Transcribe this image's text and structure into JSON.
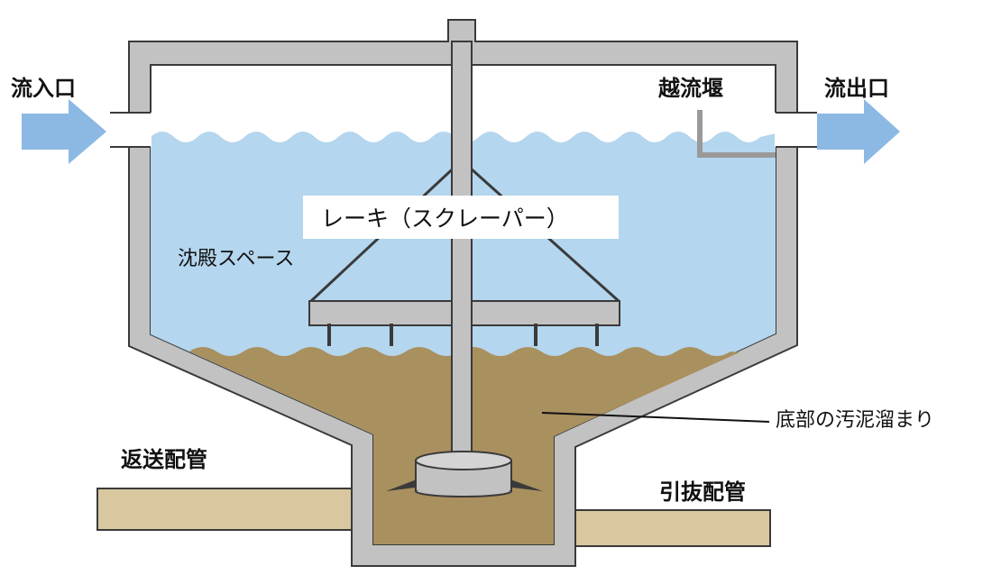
{
  "labels": {
    "inlet": "流入口",
    "outlet": "流出口",
    "weir": "越流堰",
    "rake": "レーキ（スクレーパー）",
    "settling_space": "沈殿スペース",
    "sludge": "底部の汚泥溜まり",
    "return_pipe": "返送配管",
    "extraction_pipe": "引抜配管"
  },
  "colors": {
    "wall": "#c2c2c2",
    "wall_outline": "#3a3a3a",
    "water": "#b4d6ee",
    "sludge": "#a9905f",
    "pipe": "#d8c79f",
    "arrow": "#8cb8e4"
  },
  "icons": {
    "inflow": "arrow-right-icon",
    "outflow": "arrow-right-icon"
  }
}
